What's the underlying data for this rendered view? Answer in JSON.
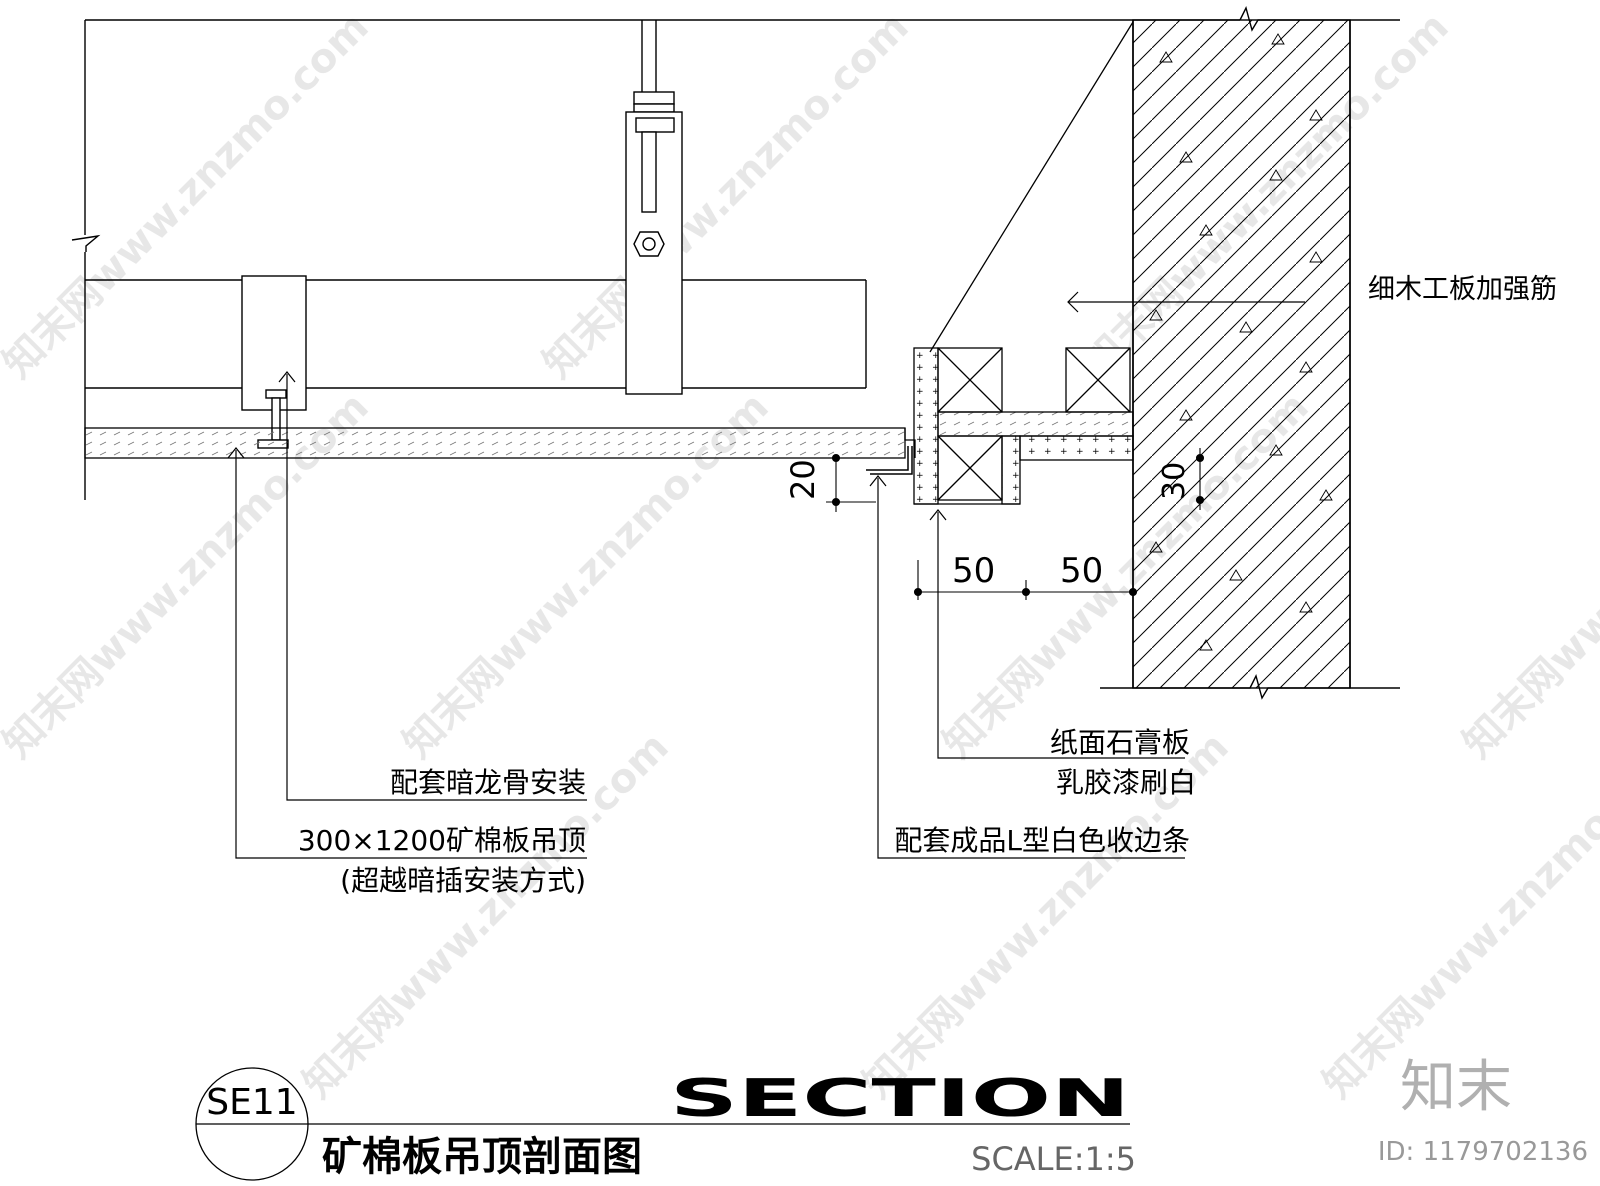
{
  "watermark": "知末网www.znzmo.com",
  "labels": {
    "reinforcement": "细木工板加强筋",
    "gypsum_line1": "纸面石膏板",
    "gypsum_line2": "乳胶漆刷白",
    "hidden_keel": "配套暗龙骨安装",
    "ceiling_line1": "300×1200矿棉板吊顶",
    "ceiling_line2": "(超越暗插安装方式)",
    "l_strip": "配套成品L型白色收边条"
  },
  "dimensions": {
    "d20": "20",
    "d30": "30",
    "d50a": "50",
    "d50b": "50"
  },
  "title_block": {
    "code": "SE11",
    "section": "SECTION",
    "title": "矿棉板吊顶剖面图",
    "scale": "SCALE:1:5"
  },
  "brand": {
    "logo": "知末",
    "id": "ID: 1179702136"
  }
}
